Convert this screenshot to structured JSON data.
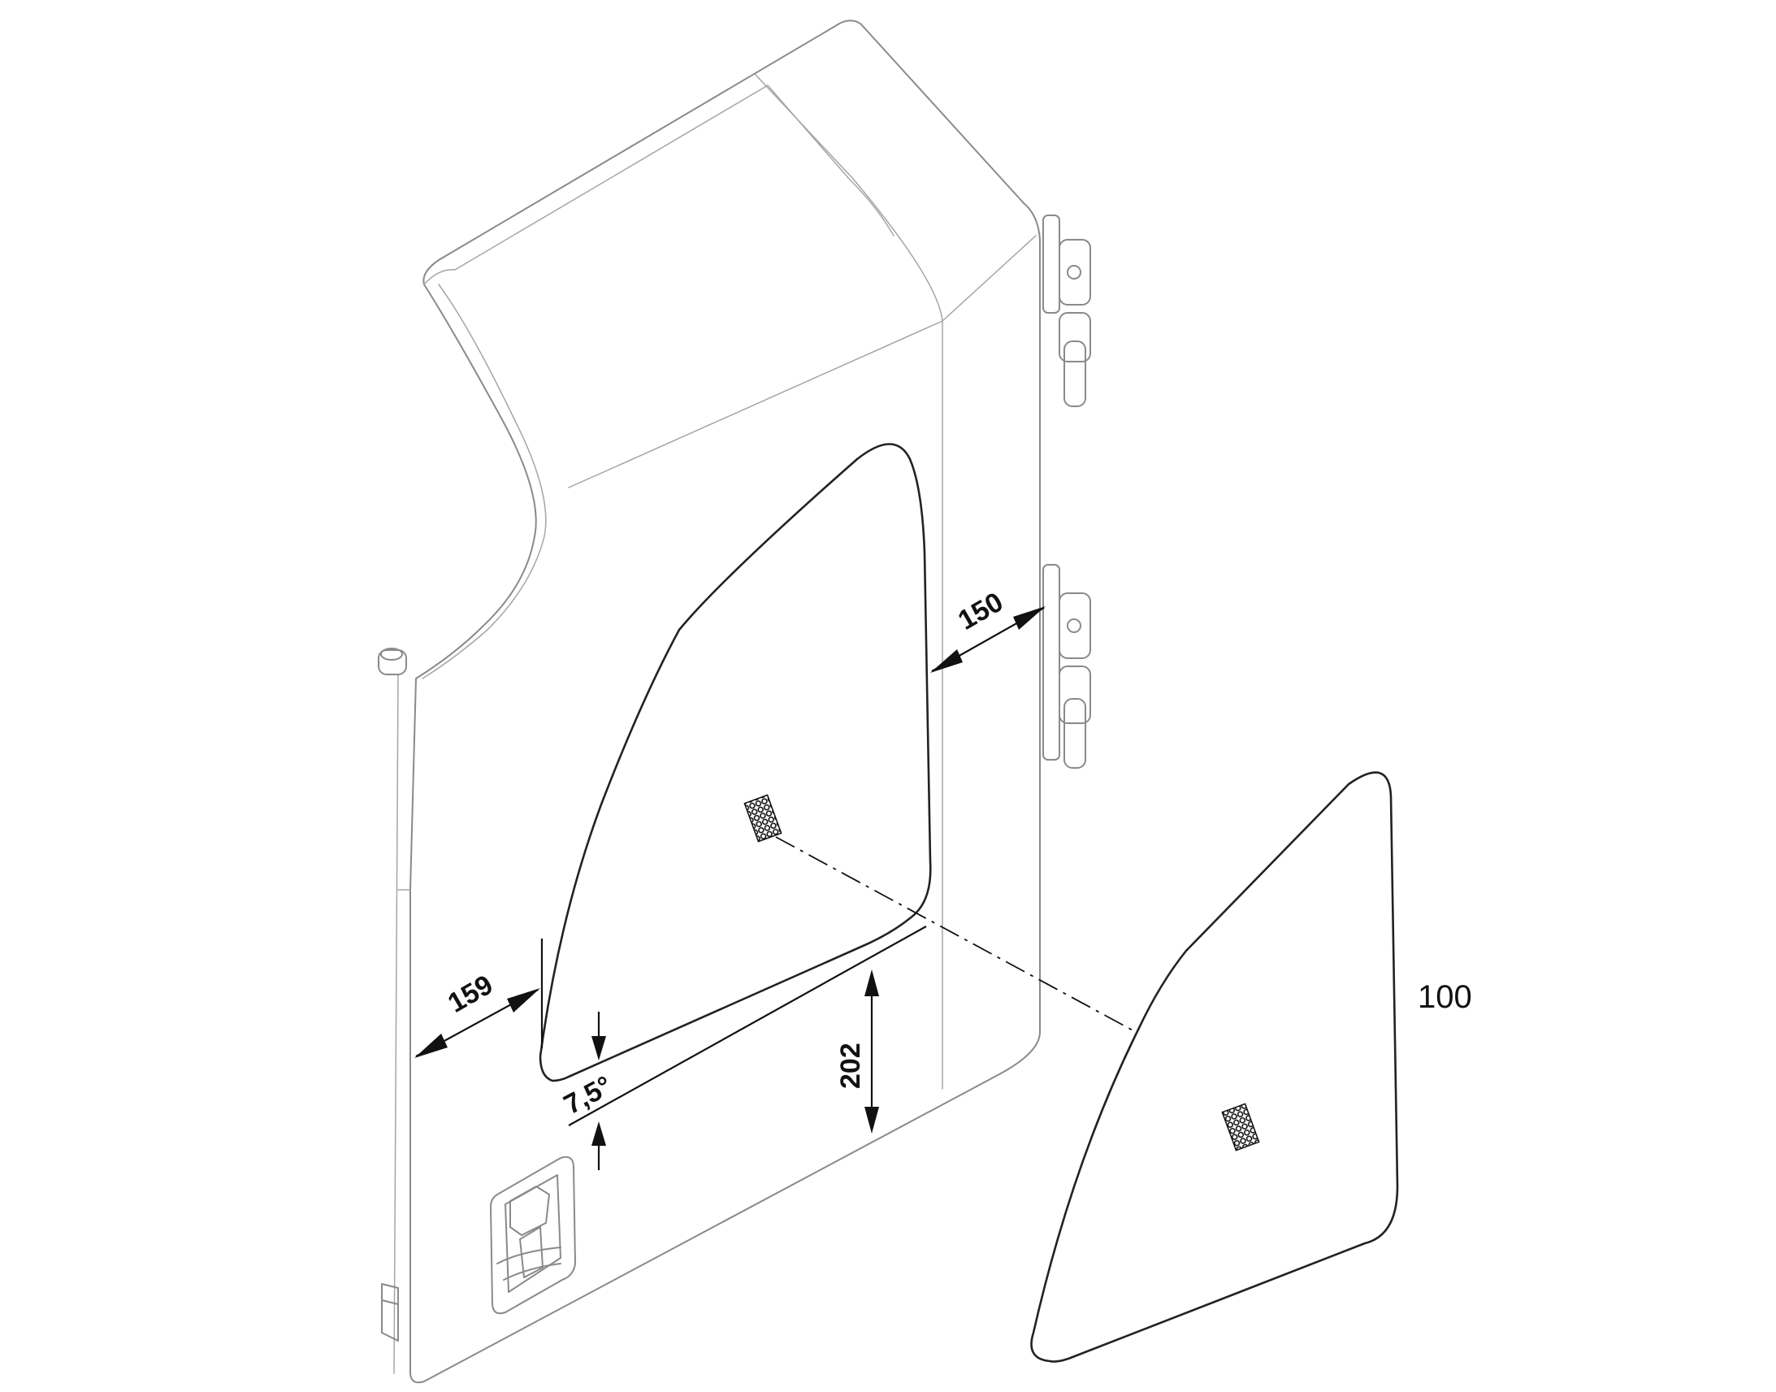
{
  "dimensions": {
    "offset_right": "150",
    "offset_left": "159",
    "angle": "7,5°",
    "height": "202"
  },
  "callouts": {
    "glass_part": "100"
  },
  "colors": {
    "outline": "#8a8a8a",
    "hole": "#222222",
    "dimension": "#111111",
    "background": "#ffffff"
  }
}
